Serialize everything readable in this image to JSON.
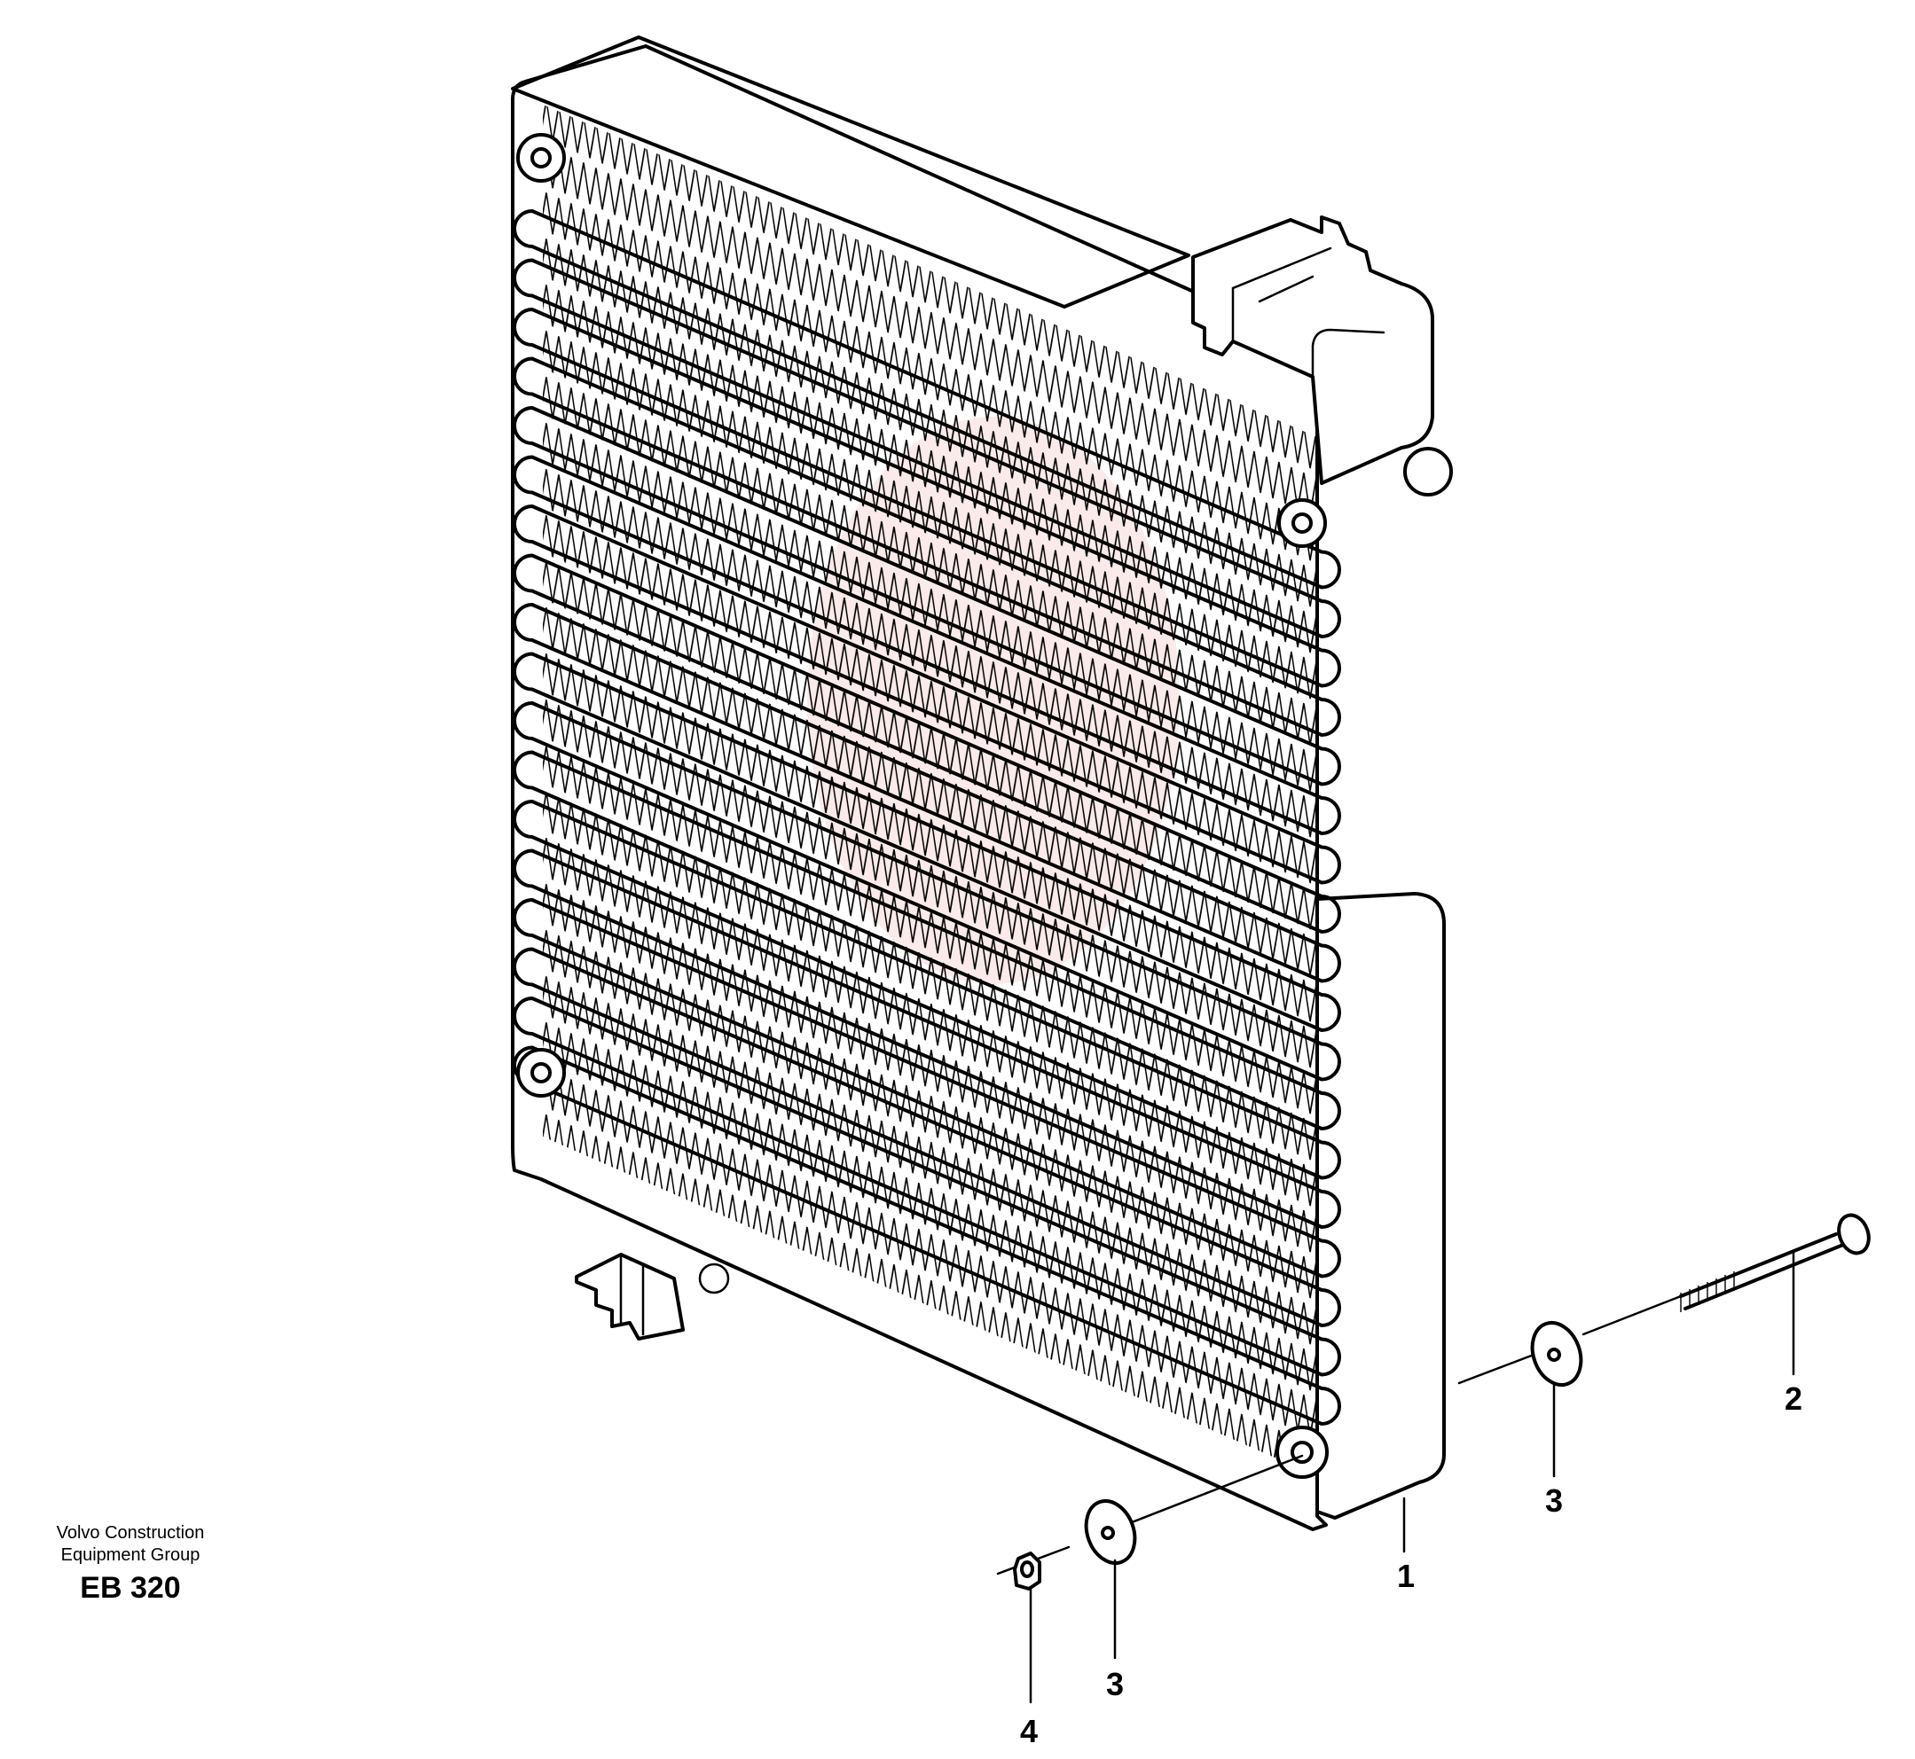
{
  "drawing": {
    "callouts": [
      {
        "part": "condenser",
        "label": "1"
      },
      {
        "part": "bolt",
        "label": "2"
      },
      {
        "part": "washer-right",
        "label": "3"
      },
      {
        "part": "washer-left",
        "label": "3"
      },
      {
        "part": "nut",
        "label": "4"
      }
    ]
  },
  "credit": {
    "line1": "Volvo Construction",
    "line2": "Equipment Group",
    "code": "EB 320"
  }
}
